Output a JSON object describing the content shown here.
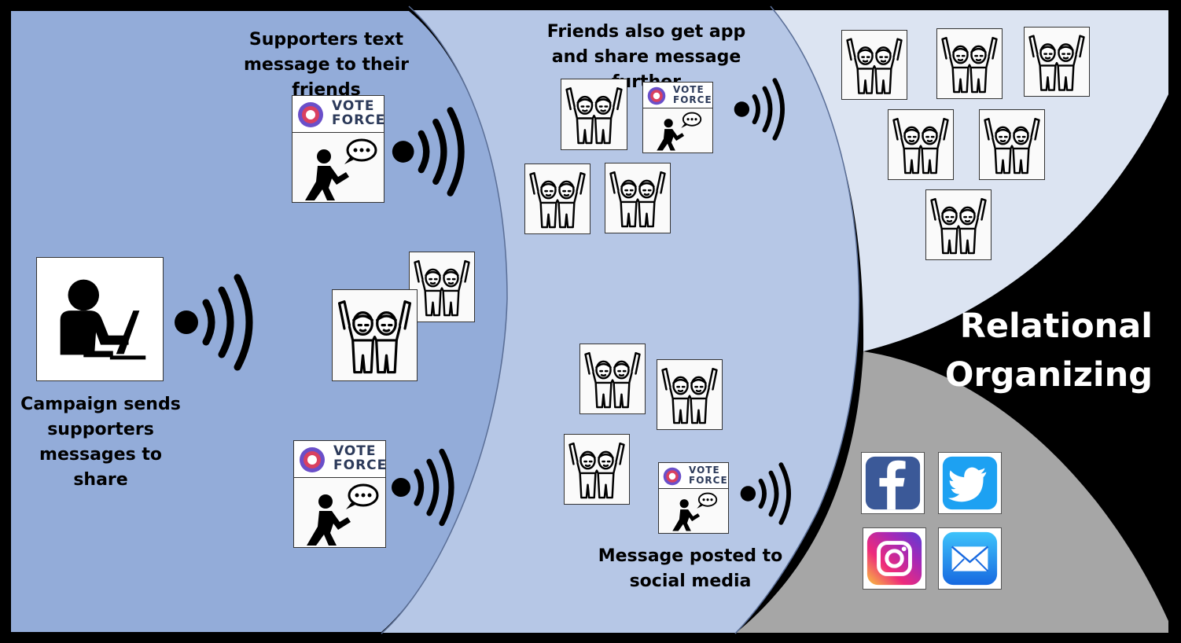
{
  "title": {
    "line1": "Relational",
    "line2": "Organizing"
  },
  "labels": {
    "campaign": [
      "Campaign sends",
      "supporters",
      "messages to share"
    ],
    "supporters": [
      "Supporters text",
      "message to their friends"
    ],
    "friends": [
      "Friends also get app",
      "and share message further"
    ],
    "posted": [
      "Message posted to",
      "social media"
    ]
  },
  "vote_force": {
    "line1": "VOTE",
    "line2": "FORCE"
  },
  "colors": {
    "zone1": "#93acd9",
    "zone2": "#b6c7e6",
    "zone3": "#dce4f2",
    "social_zone": "#a6a6a6",
    "background": "#000000",
    "logo_blue": "#6a4fc9",
    "logo_red": "#d94060"
  },
  "social_icons": [
    "facebook-icon",
    "twitter-icon",
    "instagram-icon",
    "mail-icon"
  ]
}
